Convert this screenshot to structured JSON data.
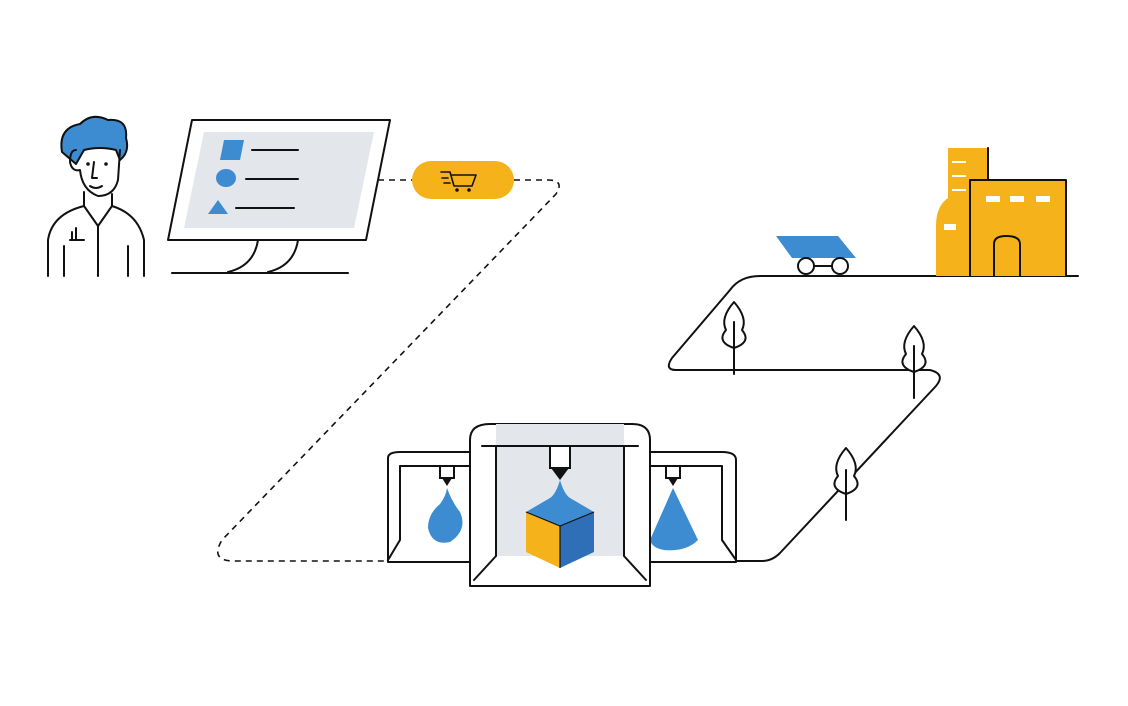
{
  "colors": {
    "ink": "#111111",
    "blue": "#3d8bd0",
    "blue_dark": "#2f6fb8",
    "yellow": "#f6b21b",
    "yellow_light": "#f8c84a",
    "screen_gray": "#e3e6ea",
    "white": "#ffffff"
  },
  "icons": {
    "user": "person-icon",
    "computer": "monitor-icon",
    "order": "shopping-cart-icon",
    "printer": "3d-printer-icon",
    "delivery": "truck-icon",
    "factory": "factory-icon",
    "tree": "tree-icon"
  },
  "screen_list": [
    {
      "shape": "square"
    },
    {
      "shape": "circle"
    },
    {
      "shape": "triangle"
    }
  ],
  "printer_outputs": [
    {
      "shape": "drop"
    },
    {
      "shape": "cube"
    },
    {
      "shape": "cone"
    }
  ]
}
